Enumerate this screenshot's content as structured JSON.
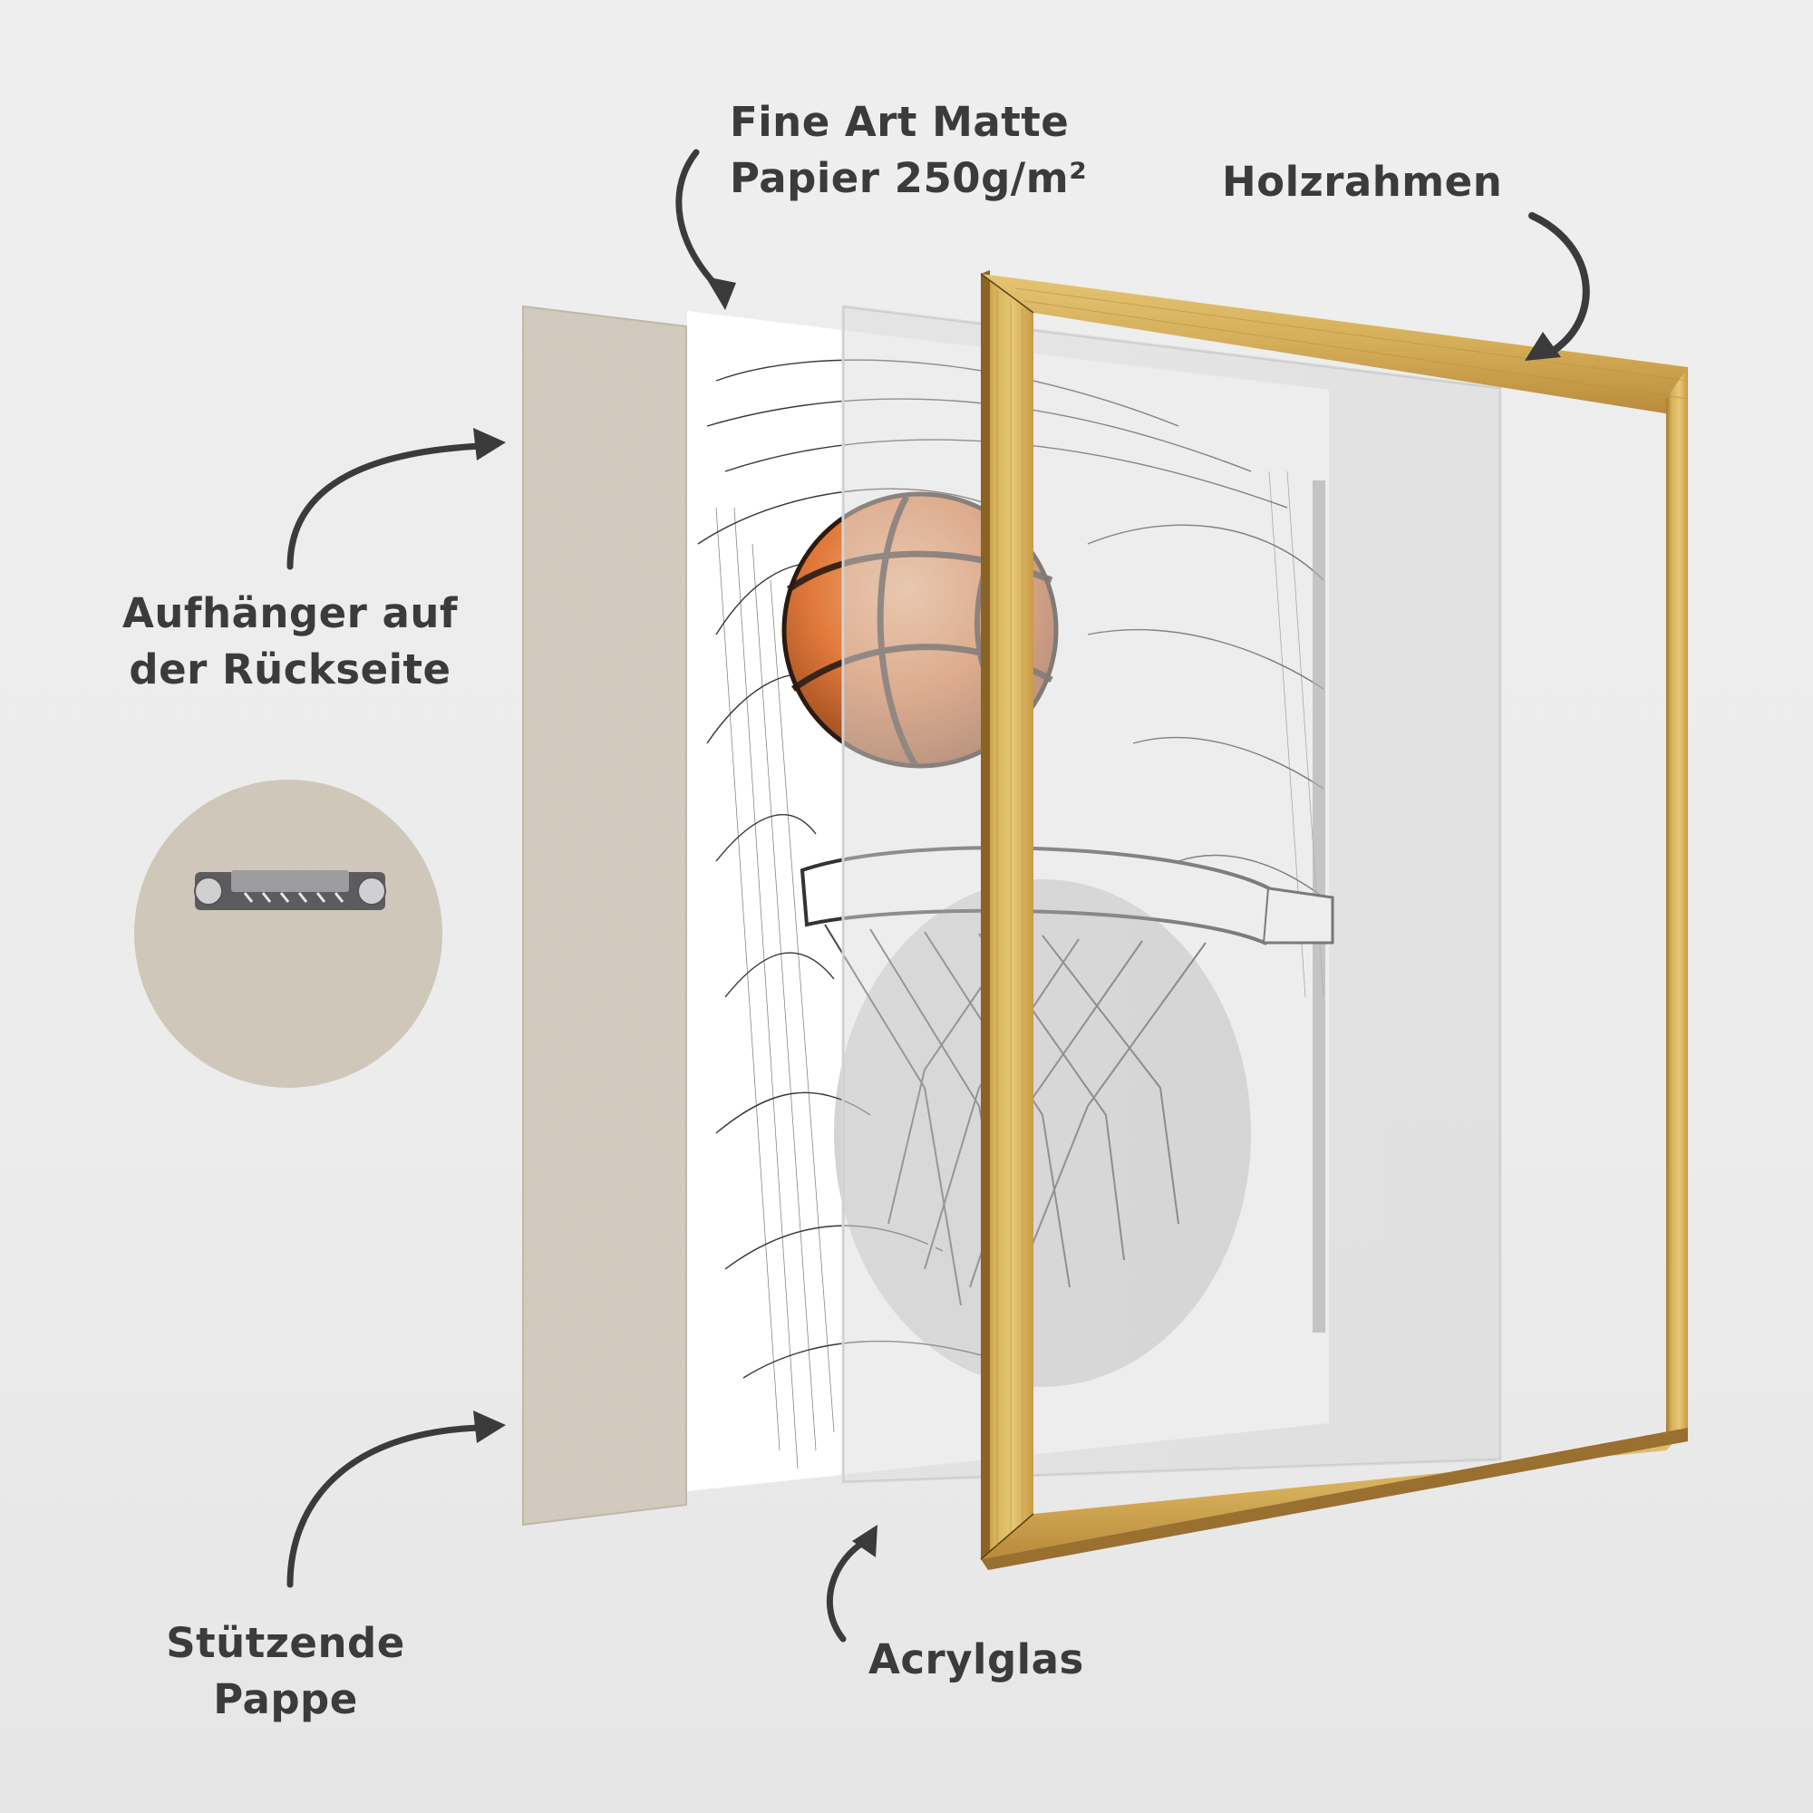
{
  "labels": {
    "paper": {
      "line1": "Fine Art Matte",
      "line2": "Papier 250g/m²"
    },
    "frame": {
      "line1": "Holzrahmen"
    },
    "hanger": {
      "line1": "Aufhänger auf",
      "line2": "der Rückseite"
    },
    "backing": {
      "line1": "Stützende",
      "line2": "Pappe"
    },
    "acrylic": {
      "line1": "Acrylglas"
    }
  },
  "colors": {
    "background": "#eeeeee",
    "text": "#3b3b3d",
    "arrow": "#3b3b3d",
    "cardboard": "#d9d2c6",
    "frame_gold": "#d4ad55",
    "frame_gold_dark": "#a67c2e",
    "ball_orange": "#e07a3c"
  },
  "artwork": {
    "subject": "basketball-hoop-sketch"
  }
}
